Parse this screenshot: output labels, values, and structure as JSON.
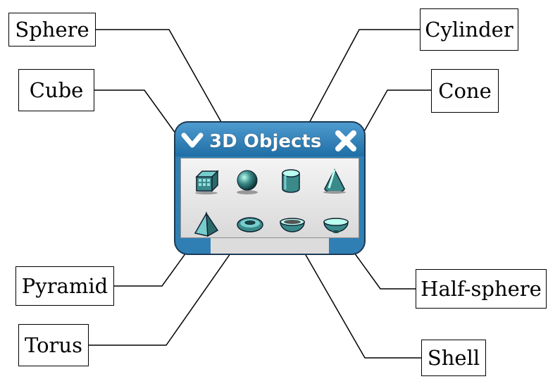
{
  "window": {
    "title": "3D Objects"
  },
  "labels": {
    "sphere": "Sphere",
    "cylinder": "Cylinder",
    "cube": "Cube",
    "cone": "Cone",
    "pyramid": "Pyramid",
    "half_sphere": "Half-sphere",
    "torus": "Torus",
    "shell": "Shell"
  },
  "icons": {
    "collapse": "chevron-down-icon",
    "close": "close-icon",
    "tools": [
      "cube-icon",
      "sphere-icon",
      "cylinder-icon",
      "cone-icon",
      "pyramid-icon",
      "torus-icon",
      "shell-icon",
      "half-sphere-icon"
    ]
  },
  "colors": {
    "window_frame": "#2f7fb5",
    "title_bar": "#1f6ea5",
    "icon_fill": "#3a8a8a"
  }
}
